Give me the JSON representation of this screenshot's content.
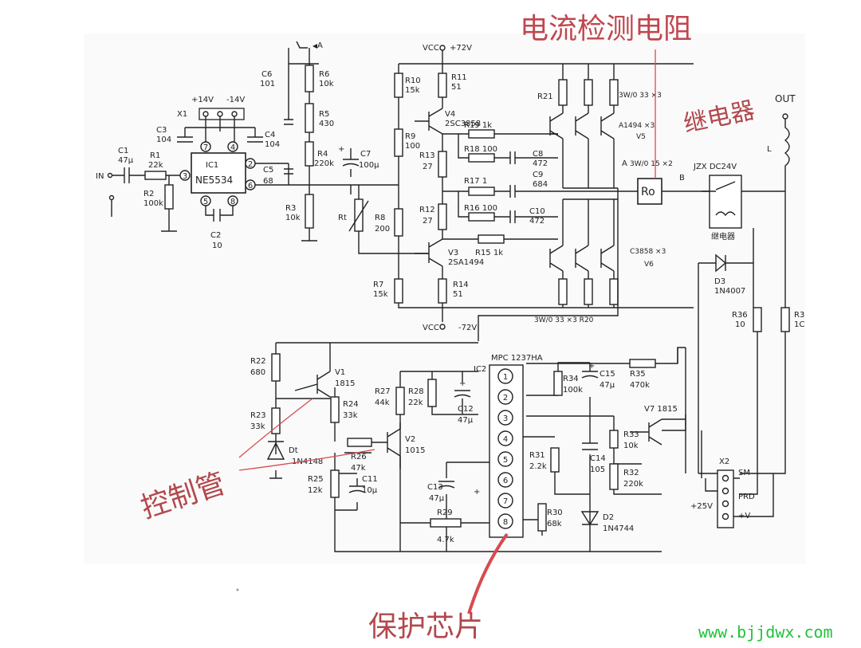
{
  "annotations": {
    "current_sense_resistor": "电流检测电阻",
    "relay": "继电器",
    "control_tube": "控制管",
    "protection_chip": "保护芯片"
  },
  "watermark": "www.bjjdwx.com",
  "labels": {
    "vcc_pos": "VCC",
    "v72_pos": "+72V",
    "vcc_neg": "VCC",
    "v72_neg": "-72V",
    "out": "OUT",
    "in": "IN",
    "node_a_top": "A",
    "node_a": "A",
    "node_b": "B",
    "l": "L",
    "relay_part": "JZX DC24V",
    "relay_body": "继电器",
    "x1": "X1",
    "p14": "+14V",
    "m14": "-14V",
    "ic1": "IC1",
    "ne5534": "NE5534",
    "ic2": "IC2",
    "mpc": "MPC 1237HA",
    "x2": "X2",
    "sm": "SM",
    "prd": "PRD",
    "plus25": "+25V",
    "plusv": "+V",
    "ro": "Ro",
    "ro_spec": "3W/0 15 ×2",
    "rt": "Rt",
    "v4": "V4",
    "v4_part": "2SC3858",
    "v3": "V3",
    "v3_part": "2SA1494",
    "v5_spec": "A1494 ×3",
    "v5": "V5",
    "v6_spec": "C3858 ×3",
    "v6": "V6",
    "r21_spec": "3W/0 33 ×3",
    "r20_spec": "3W/0 33 ×3 R20",
    "v1": "V1",
    "v1_part": "1815",
    "v2": "V2",
    "v2_part": "1015",
    "v7": "V7 1815",
    "d1": "Dt",
    "d1_part": "1N4148",
    "d2": "D2",
    "d2_part": "1N4744",
    "d3": "D3",
    "d3_part": "1N4007",
    "r1": "R1",
    "r1v": "22k",
    "r2": "R2",
    "r2v": "100k",
    "r3": "R3",
    "r3v": "10k",
    "r4": "R4",
    "r4v": "220k",
    "r5": "R5",
    "r5v": "430",
    "r6": "R6",
    "r6v": "10k",
    "r7": "R7",
    "r7v": "15k",
    "r8": "R8",
    "r8v": "200",
    "r9": "R9",
    "r9v": "100",
    "r10": "R10",
    "r10v": "15k",
    "r11": "R11",
    "r11v": "51",
    "r12": "R12",
    "r12v": "27",
    "r13": "R13",
    "r13v": "27",
    "r14": "R14",
    "r14v": "51",
    "r15": "R15  1k",
    "r16": "R16  100",
    "r17": "R17  1",
    "r18": "R18  100",
    "r19": "R19  1k",
    "r21": "R21",
    "r22": "R22",
    "r22v": "680",
    "r23": "R23",
    "r23v": "33k",
    "r24": "R24",
    "r24v": "33k",
    "r25": "R25",
    "r25v": "12k",
    "r26": "R26",
    "r26v": "47k",
    "r27": "R27",
    "r27v": "44k",
    "r28": "R28",
    "r28v": "22k",
    "r29": "R29",
    "r29v": "4.7k",
    "r30": "R30",
    "r30v": "68k",
    "r31": "R31",
    "r31v": "2.2k",
    "r32": "R32",
    "r32v": "220k",
    "r33": "R33",
    "r33v": "10k",
    "r34": "R34",
    "r34v": "100k",
    "r35": "R35",
    "r35v": "470k",
    "r36": "R36",
    "r36v": "10",
    "r37": "R3",
    "r37v": "1C",
    "c1": "C1",
    "c1v": "47μ",
    "c2": "C2",
    "c2v": "10",
    "c3": "C3",
    "c3v": "104",
    "c4": "C4",
    "c4v": "104",
    "c5": "C5",
    "c5v": "68",
    "c6": "C6",
    "c6v": "101",
    "c7": "C7",
    "c7v": "100μ",
    "c8": "C8",
    "c8v": "472",
    "c9": "C9",
    "c9v": "684",
    "c10": "C10",
    "c10v": "472",
    "c11": "C11",
    "c11v": "10μ",
    "c12": "C12",
    "c12v": "47μ",
    "c13": "C13",
    "c13v": "47μ",
    "c14": "C14",
    "c14v": "105",
    "c15": "C15",
    "c15v": "47μ"
  },
  "ic1_pins": [
    "2",
    "3",
    "5",
    "6",
    "7",
    "8",
    "4"
  ],
  "ic2_pins": [
    "1",
    "2",
    "3",
    "4",
    "5",
    "6",
    "7",
    "8"
  ]
}
